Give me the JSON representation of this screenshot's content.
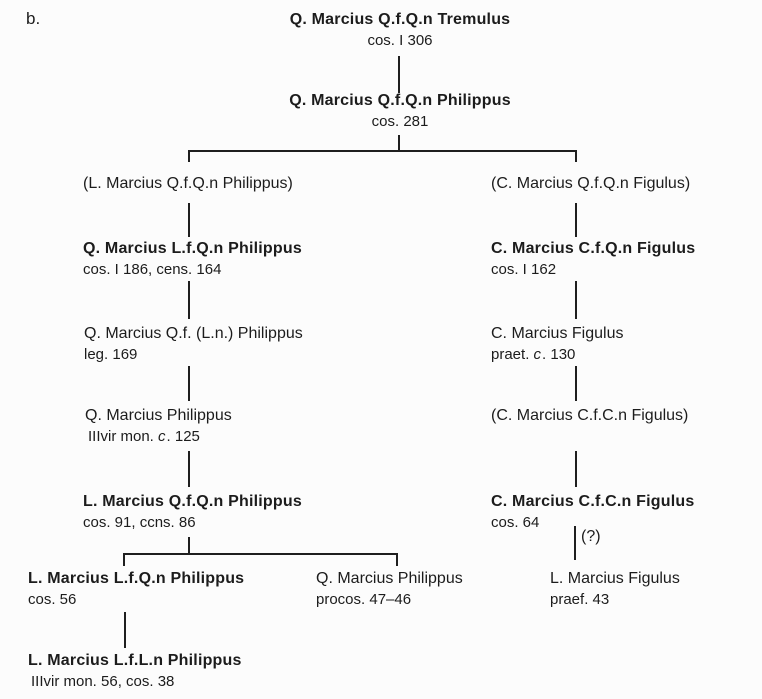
{
  "figure_label": "b.",
  "uncertainty_label": "(?)",
  "colors": {
    "ink": "#1c1c1c",
    "paper": "#fcfcfc"
  },
  "diagram_type": "genealogy-stemma",
  "nodes": [
    {
      "name": "Q. Marcius Q.f.Q.n Tremulus",
      "detail": "cos. I 306"
    },
    {
      "name": "Q. Marcius Q.f.Q.n Philippus",
      "detail": "cos. 281"
    },
    {
      "name": "(L. Marcius Q.f.Q.n Philippus)"
    },
    {
      "name": "(C. Marcius Q.f.Q.n Figulus)"
    },
    {
      "name": "Q. Marcius L.f.Q.n Philippus",
      "detail": "cos. I 186, cens. 164"
    },
    {
      "name": "C. Marcius C.f.Q.n Figulus",
      "detail": "cos. I 162"
    },
    {
      "name": "Q. Marcius Q.f. (L.n.) Philippus",
      "detail": "leg. 169"
    },
    {
      "name": "C. Marcius Figulus",
      "detail_pre": "praet. ",
      "detail_it": "c",
      "detail_post": ". 130"
    },
    {
      "name": "Q. Marcius Philippus",
      "detail_pre": "IIIvir mon. ",
      "detail_it": "c",
      "detail_post": ". 125"
    },
    {
      "name": "(C. Marcius C.f.C.n Figulus)"
    },
    {
      "name": "L. Marcius Q.f.Q.n Philippus",
      "detail": "cos. 91, ccns. 86"
    },
    {
      "name": "C. Marcius C.f.C.n Figulus",
      "detail": "cos. 64"
    },
    {
      "name": "L. Marcius L.f.Q.n Philippus",
      "detail": "cos. 56"
    },
    {
      "name": "Q. Marcius Philippus",
      "detail": "procos. 47–46"
    },
    {
      "name": "L. Marcius Figulus",
      "detail": "praef. 43"
    },
    {
      "name": "L. Marcius L.f.L.n Philippus",
      "detail": "IIIvir mon. 56, cos. 38"
    }
  ]
}
